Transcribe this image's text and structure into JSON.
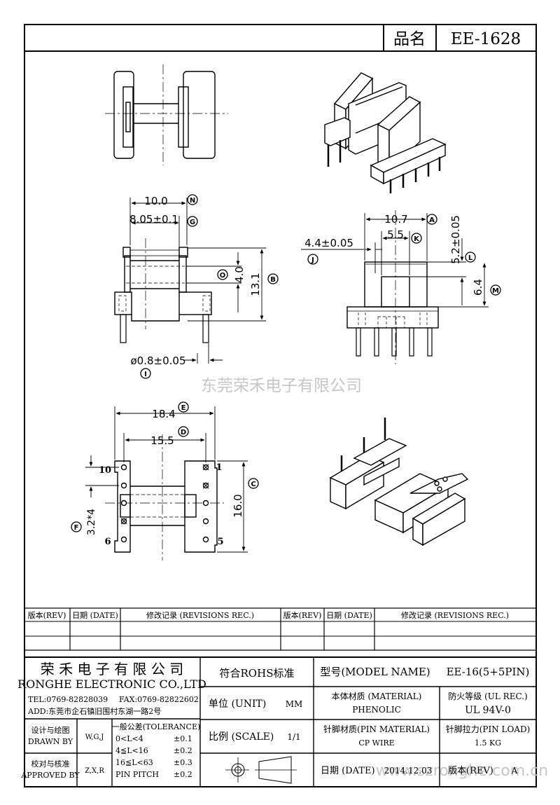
{
  "header": {
    "name_label": "品名",
    "part_number": "EE-1628"
  },
  "watermark": {
    "company": "东莞荣禾电子有限公司",
    "url": "www.szronghe.com.cn"
  },
  "dimensions": {
    "d10": "10.0",
    "d805": "8.05±0.1",
    "d107": "10.7",
    "d55": "5.5",
    "d44": "4.4±0.05",
    "d40": "4.0",
    "d131": "13.1",
    "d52": "5.2±0.05",
    "d64": "6.4",
    "d08": "ø0.8±0.05",
    "d184": "18.4",
    "d155": "15.5",
    "d160": "16.0",
    "d32": "3.2*4",
    "pin10": "10",
    "pin1": "1",
    "pin6": "6",
    "pin5": "5"
  },
  "callouts": {
    "A": "A",
    "B": "B",
    "C": "C",
    "D": "D",
    "E": "E",
    "F": "F",
    "G": "G",
    "I": "I",
    "J": "J",
    "K": "K",
    "L": "L",
    "M": "M",
    "N": "N",
    "O": "O"
  },
  "revisions": {
    "rev": "版本(REV)",
    "date": "日期 (DATE)",
    "record": "修改记录 (REVISIONS REC.)"
  },
  "company": {
    "name_cn": "荣 禾 电 子 有 限 公 司",
    "name_en": "RONGHE ELECTRONIC CO.,LTD",
    "tel": "TEL:0769-82828039",
    "fax": "FAX:0769-82822602",
    "addr": "ADD:东莞市企石镇旧围村东湖一路2号"
  },
  "rohs": "符合ROHS标准",
  "model": {
    "label": "型号(MODEL NAME)",
    "value": "EE-16(5+5PIN)"
  },
  "unit": {
    "label": "单位 (UNIT)",
    "value": "MM"
  },
  "scale": {
    "label": "比例 (SCALE)",
    "value": "1/1"
  },
  "material": {
    "label": "本体材质 (MATERIAL)",
    "value": "PHENOLIC"
  },
  "fire": {
    "label": "防火等级 (UL REC.)",
    "value": "UL 94V-0"
  },
  "pin_material": {
    "label": "针脚材质(PIN MATERIAL)",
    "value": "CP WIRE"
  },
  "pin_load": {
    "label": "针脚拉力(PIN LOAD)",
    "value": "1.5 KG"
  },
  "design": {
    "cn": "设计与绘图",
    "en": "DRAWN BY",
    "value": "W,G,J"
  },
  "approve": {
    "cn": "校对与核准",
    "en": "APPROVED BY",
    "value": "Z,X,R"
  },
  "tolerance": {
    "title": "一般公差(TOLERANCE)",
    "rows": [
      {
        "range": "0<L<4",
        "tol": "±0.1"
      },
      {
        "range": "4≦L<16",
        "tol": "±0.2"
      },
      {
        "range": "16≦L<63",
        "tol": "±0.3"
      },
      {
        "range": "PIN PITCH",
        "tol": "±0.2"
      }
    ]
  },
  "date": {
    "label": "日期 (DATE)",
    "value": "2014.12.03"
  },
  "version": {
    "label": "版本(REV)",
    "value": "A"
  }
}
